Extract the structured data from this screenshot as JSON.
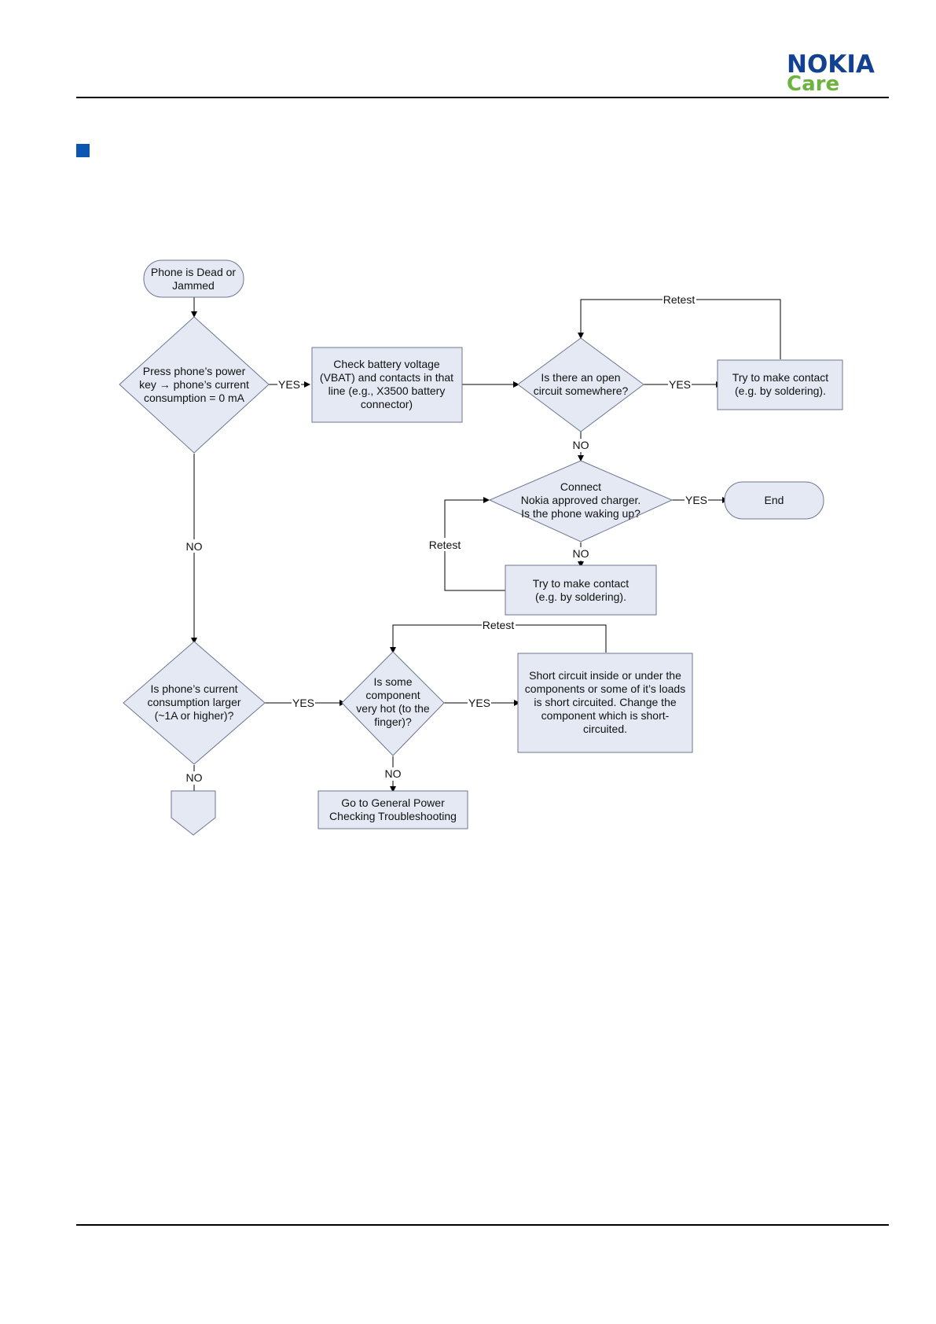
{
  "header": {
    "logo_brand": "NOKIA",
    "logo_sub": "Care"
  },
  "colors": {
    "brand_blue": "#124191",
    "care_green": "#6cb33f",
    "bullet_blue": "#0b55b3",
    "shape_fill": "#e4e9f3",
    "shape_stroke": "#6d7690"
  },
  "flowchart": {
    "start": [
      "Phone is Dead or",
      "Jammed"
    ],
    "d_power_key": [
      "Press phone’s power",
      "key → phone’s current",
      "consumption = 0 mA"
    ],
    "p_check_battery": [
      "Check battery voltage",
      "(VBAT) and contacts in that",
      "line (e.g., X3500 battery",
      "connector)"
    ],
    "d_open_circuit": [
      "Is there an open",
      "circuit somewhere?"
    ],
    "p_make_contact_1": [
      "Try to make contact",
      "(e.g. by soldering)."
    ],
    "d_charger": [
      "Connect",
      "Nokia approved charger.",
      "Is the phone waking up?"
    ],
    "end": "End",
    "p_make_contact_2": [
      "Try to make contact",
      "(e.g. by soldering)."
    ],
    "d_current_large": [
      "Is phone’s current",
      "consumption larger",
      "(~1A or higher)?"
    ],
    "d_component_hot": [
      "Is some",
      "component",
      "very hot (to the",
      "finger)?"
    ],
    "p_short_circuit": [
      "Short circuit inside or under the",
      "components or some of it’s loads",
      "is short circuited.  Change the",
      "component which is short-",
      "circuited."
    ],
    "p_general_power": [
      "Go to General Power",
      "Checking Troubleshooting"
    ],
    "labels": {
      "yes_1": "YES",
      "yes_2": "YES",
      "yes_3": "YES",
      "yes_4": "YES",
      "yes_5": "YES",
      "no_1": "NO",
      "no_2": "NO",
      "no_3": "NO",
      "no_4": "NO",
      "no_5": "NO",
      "retest_1": "Retest",
      "retest_2": "Retest",
      "retest_3": "Retest"
    }
  }
}
